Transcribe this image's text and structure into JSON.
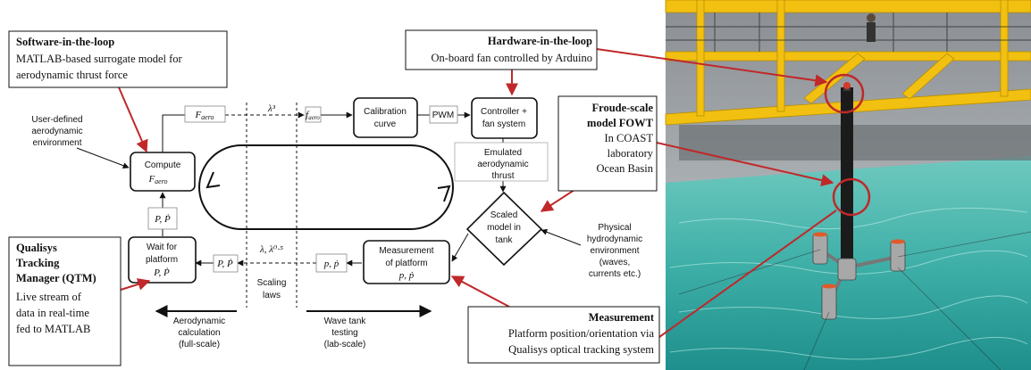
{
  "callouts": {
    "sil": {
      "title": "Software-in-the-loop",
      "body": [
        "MATLAB-based surrogate model for",
        "aerodynamic thrust force"
      ]
    },
    "hil": {
      "title": "Hardware-in-the-loop",
      "body": [
        "On-board fan controlled by Arduino"
      ]
    },
    "froude": {
      "title": [
        "Froude-scale",
        "model FOWT"
      ],
      "body": [
        "In COAST",
        "laboratory",
        "Ocean Basin"
      ]
    },
    "qtm": {
      "title": [
        "Qualisys",
        "Tracking",
        "Manager (QTM)"
      ],
      "body": [
        "Live stream of",
        "data in real-time",
        "fed to MATLAB"
      ]
    },
    "measurement": {
      "title": "Measurement",
      "body": [
        "Platform position/orientation via",
        "Qualisys optical tracking system"
      ]
    }
  },
  "blocks": {
    "compute": {
      "line1": "Compute",
      "line2": "F",
      "sub": "aero"
    },
    "calibration": [
      "Calibration",
      "curve"
    ],
    "controller": [
      "Controller +",
      "fan system"
    ],
    "scaled": [
      "Scaled",
      "model in",
      "tank"
    ],
    "measurement_platform": {
      "line1": "Measurement",
      "line2": "of platform",
      "line3": "p, ṗ"
    },
    "wait": {
      "line1": "Wait for",
      "line2": "platform",
      "line3": "P, Ṗ"
    }
  },
  "signals": {
    "f_aero_full": {
      "base": "F",
      "sub": "aero"
    },
    "f_aero_lab": {
      "base": "f",
      "sub": "aero"
    },
    "pwm": "PWM",
    "p_dot_full_up": "P, Ṗ",
    "p_dot_full_left": "P, Ṗ",
    "p_dot_lab": "p, ṗ",
    "lambda_cubed": "λ³",
    "lambda_scaling": "λ, λ⁰·⁵"
  },
  "annotations": {
    "user_defined": [
      "User-defined",
      "aerodynamic",
      "environment"
    ],
    "emulated": [
      "Emulated",
      "aerodynamic",
      "thrust"
    ],
    "physical": [
      "Physical",
      "hydrodynamic",
      "environment",
      "(waves,",
      "currents etc.)"
    ],
    "scaling": [
      "Scaling",
      "laws"
    ],
    "aero_calc": [
      "Aerodynamic",
      "calculation",
      "(full-scale)"
    ],
    "wave_tank": [
      "Wave tank",
      "testing",
      "(lab-scale)"
    ]
  },
  "colors": {
    "accent_red": "#c0282a",
    "water": "#3fb0a8",
    "frame_yellow": "#f2c010",
    "stroke": "#111111"
  }
}
